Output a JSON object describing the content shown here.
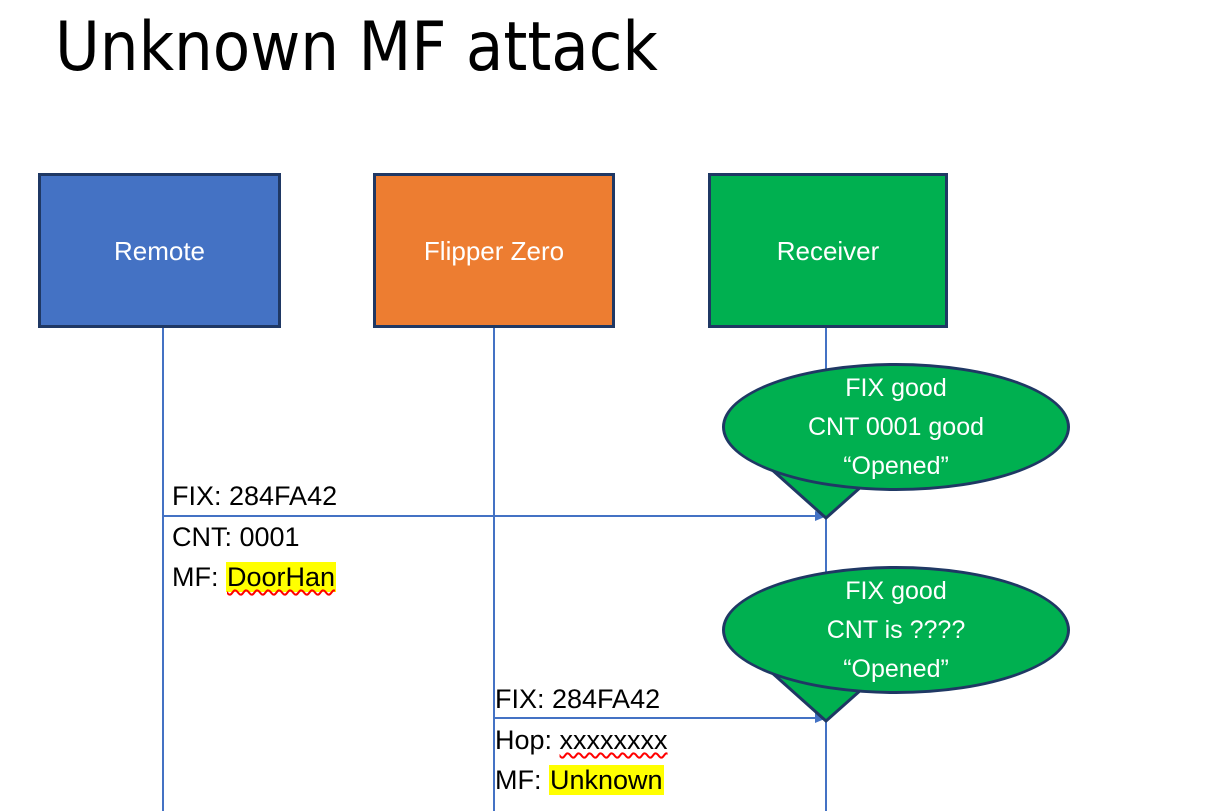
{
  "slide": {
    "title": "Unknown MF attack",
    "background": "#ffffff"
  },
  "colors": {
    "remote_fill": "#4472C4",
    "flipper_fill": "#ED7D31",
    "receiver_fill": "#00B050",
    "box_border": "#1F3864",
    "lifeline": "#4472C4",
    "arrow": "#4472C4",
    "highlight": "#FFFF00",
    "text": "#000000",
    "label_text": "#FFFFFF",
    "spellcheck_underline": "#FF0000"
  },
  "actors": [
    {
      "id": "remote",
      "label": "Remote"
    },
    {
      "id": "flipper",
      "label": "Flipper Zero"
    },
    {
      "id": "receiver",
      "label": "Receiver"
    }
  ],
  "messages": [
    {
      "id": "msg-1",
      "from": "remote",
      "to": "receiver",
      "line1": "FIX: 284FA42",
      "line2": "CNT: 0001",
      "line3_prefix": "MF: ",
      "line3_value": "DoorHan",
      "line3_highlighted": true,
      "line3_spellchecked": true
    },
    {
      "id": "msg-2",
      "from": "flipper",
      "to": "receiver",
      "line1": "FIX: 284FA42",
      "line2_prefix": "Hop: ",
      "line2_value": "xxxxxxxx",
      "line2_spellchecked": true,
      "line3_prefix": "MF: ",
      "line3_value": "Unknown",
      "line3_highlighted": true,
      "line3_spellchecked": false
    }
  ],
  "bubbles": [
    {
      "id": "bubble-1",
      "owner": "receiver",
      "line1": "FIX good",
      "line2": "CNT 0001 good",
      "line3": "“Opened”"
    },
    {
      "id": "bubble-2",
      "owner": "receiver",
      "line1": "FIX good",
      "line2": "CNT is ????",
      "line3": "“Opened”"
    }
  ]
}
